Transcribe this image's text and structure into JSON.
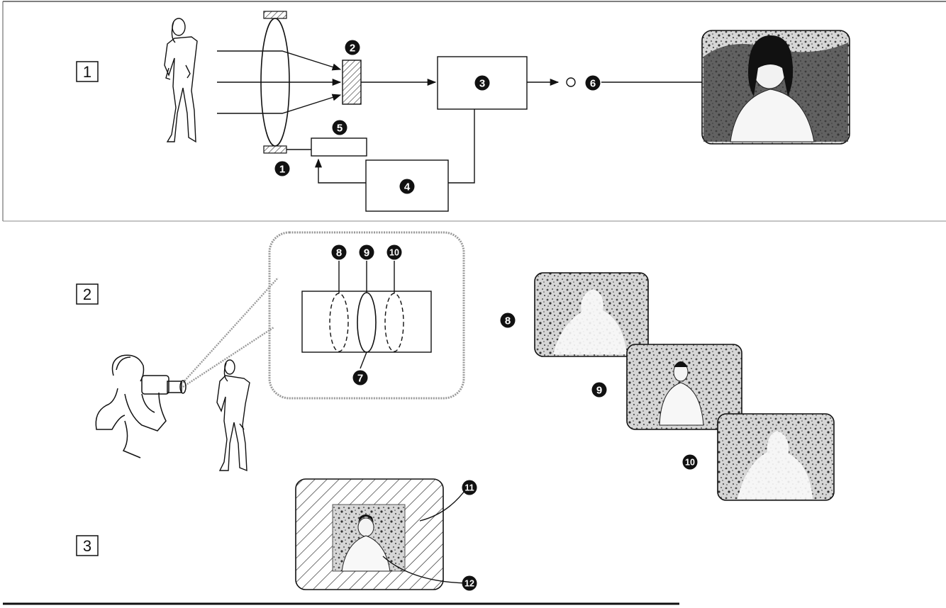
{
  "sections": [
    {
      "label": "1"
    },
    {
      "label": "2"
    },
    {
      "label": "3"
    }
  ],
  "callouts": [
    "1",
    "2",
    "3",
    "4",
    "5",
    "6",
    "7",
    "8",
    "9",
    "10",
    "11",
    "12"
  ]
}
